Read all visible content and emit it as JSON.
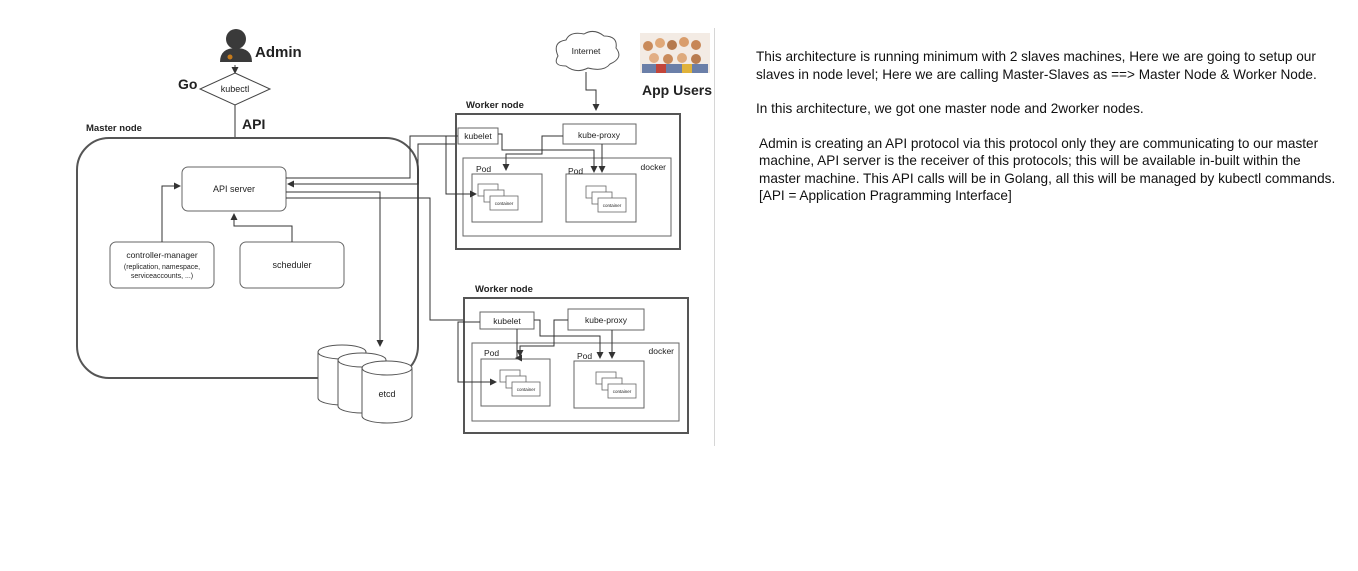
{
  "diagram": {
    "admin_label": "Admin",
    "go_label": "Go",
    "kubectl_label": "kubectl",
    "api_label": "API",
    "internet_label": "Internet",
    "app_users_label": "App Users",
    "master_node_label": "Master node",
    "api_server_label": "API server",
    "controller_manager_line1": "controller-manager",
    "controller_manager_line2": "(replication, namespace,",
    "controller_manager_line3": "serviceaccounts, ...)",
    "scheduler_label": "scheduler",
    "etcd_label": "etcd",
    "worker1": {
      "title": "Worker node",
      "kubelet": "kubelet",
      "kube_proxy": "kube-proxy",
      "docker": "docker",
      "pod1": "Pod",
      "pod2": "Pod",
      "container": "container"
    },
    "worker2": {
      "title": "Worker node",
      "kubelet": "kubelet",
      "kube_proxy": "kube-proxy",
      "docker": "docker",
      "pod1": "Pod",
      "pod2": "Pod",
      "container": "container"
    }
  },
  "notes": {
    "paragraph1": "This architecture is running minimum with 2 slaves machines, Here we are going to setup our slaves in node level; Here we are calling Master-Slaves as ==> Master Node & Worker Node.",
    "paragraph2": "In this architecture, we got one master node and 2worker nodes.",
    "paragraph3": "Admin is creating an API protocol via this protocol only they are communicating to our master machine, API server is the receiver of this protocols; this will be available in-built within the master machine. This API calls will be in Golang, all this will be managed by kubectl commands.",
    "paragraph4": "[API = Application Pragramming Interface]"
  }
}
